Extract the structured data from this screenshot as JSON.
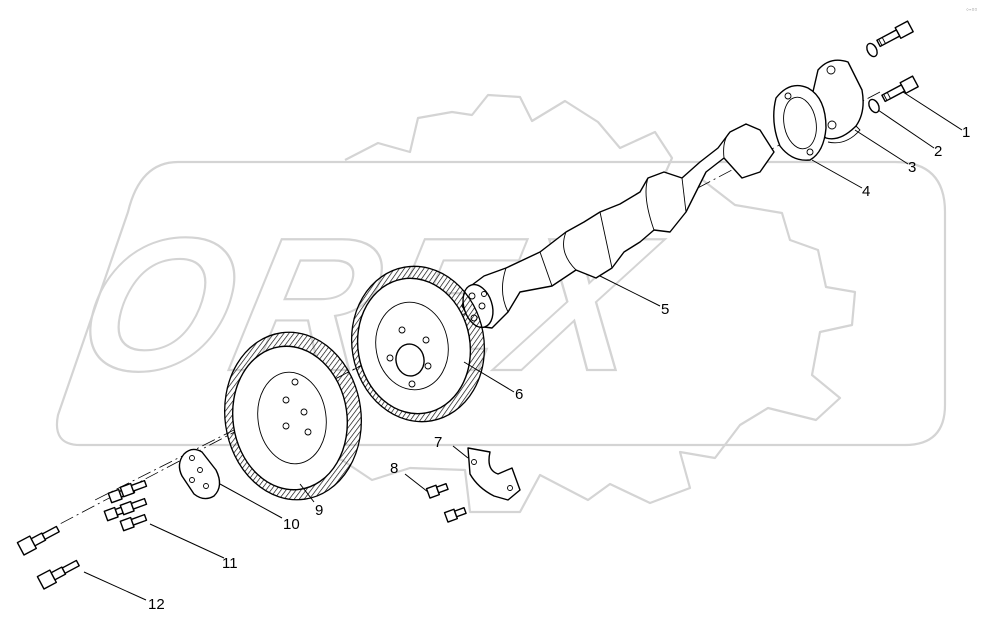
{
  "diagram": {
    "watermark_text": "OREX",
    "corner_mark": "◦-▫▫",
    "callouts": [
      {
        "id": "1",
        "label": "1"
      },
      {
        "id": "2",
        "label": "2"
      },
      {
        "id": "3",
        "label": "3"
      },
      {
        "id": "4",
        "label": "4"
      },
      {
        "id": "5",
        "label": "5"
      },
      {
        "id": "6",
        "label": "6"
      },
      {
        "id": "7",
        "label": "7"
      },
      {
        "id": "8",
        "label": "8"
      },
      {
        "id": "9",
        "label": "9"
      },
      {
        "id": "10",
        "label": "10"
      },
      {
        "id": "11",
        "label": "11"
      },
      {
        "id": "12",
        "label": "12"
      }
    ],
    "colors": {
      "line": "#000000",
      "watermark": "#d4d4d4",
      "background": "#ffffff"
    }
  }
}
